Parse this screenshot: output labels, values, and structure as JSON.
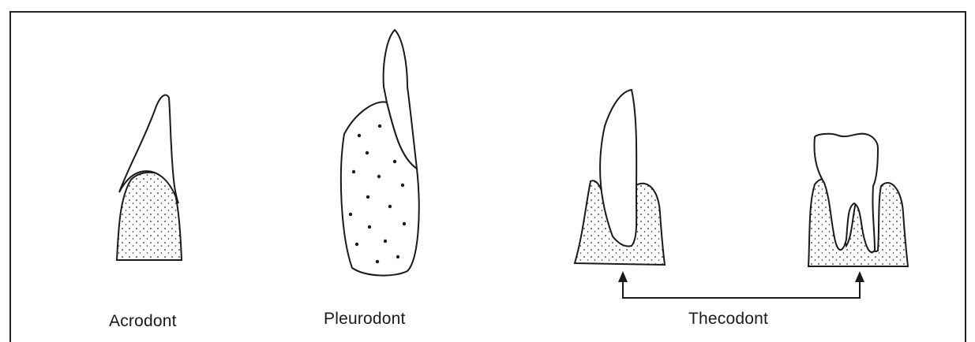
{
  "labels": {
    "acrodont": "Acrodont",
    "pleurodont": "Pleurodont",
    "thecodont": "Thecodont"
  },
  "colors": {
    "ink": "#1a1a1a",
    "background": "#ffffff"
  }
}
